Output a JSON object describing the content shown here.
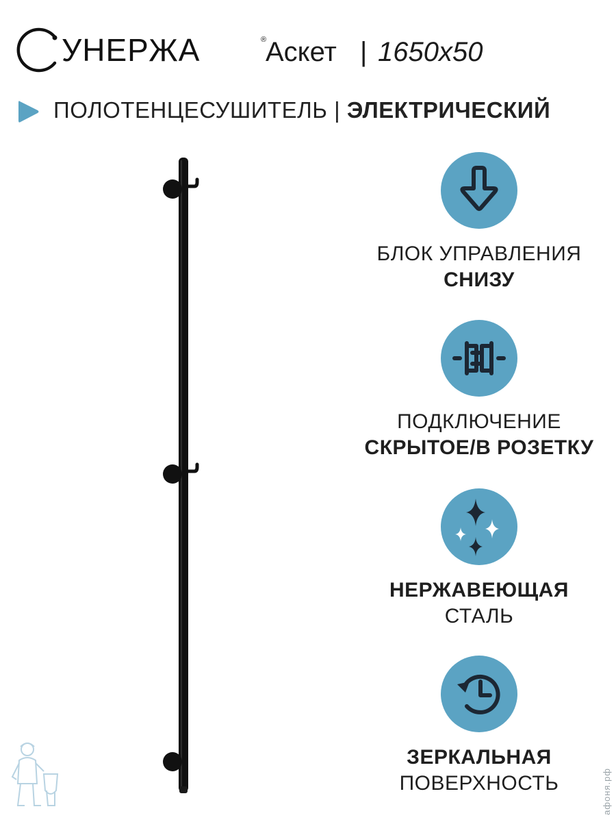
{
  "brand": {
    "logo_text": "УНЕРЖА",
    "registered_mark": "®",
    "model_name": "Аскет",
    "separator": "|",
    "model_size": "1650x50"
  },
  "subtitle": {
    "category": "ПОЛОТЕНЦЕСУШИТЕЛЬ",
    "separator": "|",
    "type": "ЭЛЕКТРИЧЕСКИЙ"
  },
  "features": [
    {
      "icon": "arrow-down-icon",
      "line1": "БЛОК УПРАВЛЕНИЯ",
      "line2": "СНИЗУ"
    },
    {
      "icon": "plug-connection-icon",
      "line1": "ПОДКЛЮЧЕНИЕ",
      "line2": "СКРЫТОЕ/В РОЗЕТКУ"
    },
    {
      "icon": "sparkles-icon",
      "line1": "НЕРЖАВЕЮЩАЯ",
      "line2": "СТАЛЬ"
    },
    {
      "icon": "clock-restore-icon",
      "line1": "ЗЕРКАЛЬНАЯ",
      "line2": "ПОВЕРХНОСТЬ"
    }
  ],
  "watermark": "афоня.рф",
  "colors": {
    "accent": "#5ba3c3",
    "icon_dark": "#1c2733",
    "product": "#111111",
    "text": "#1b1b1b"
  }
}
